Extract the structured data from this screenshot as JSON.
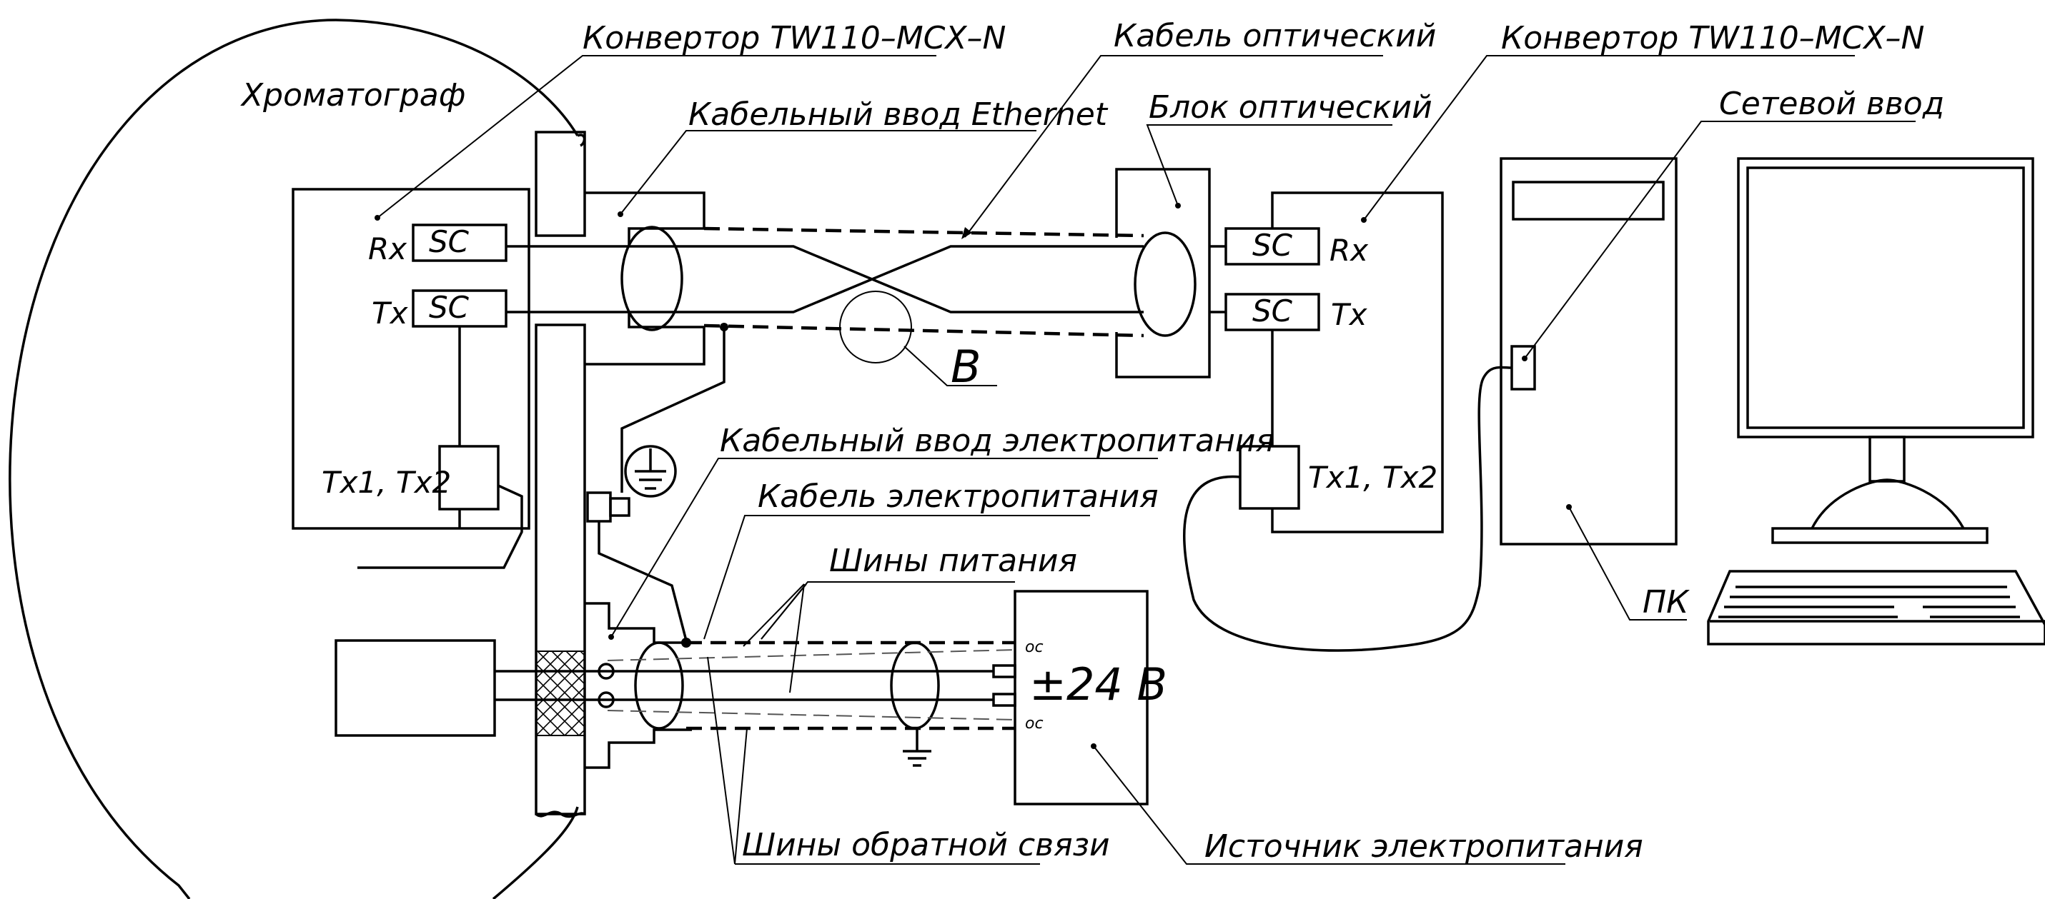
{
  "labels": {
    "chromatograph": "Хроматограф",
    "converter_left": "Конвертор TW110–MCX–N",
    "converter_right": "Конвертор TW110–MCX–N",
    "optical_cable": "Кабель оптический",
    "ethernet_gland": "Кабельный ввод Ethernet",
    "optical_block": "Блок оптический",
    "network_input": "Сетевой ввод",
    "detail_b": "B",
    "power_gland": "Кабельный ввод электропитания",
    "power_cable": "Кабель электропитания",
    "power_buses": "Шины питания",
    "feedback_buses": "Шины обратной связи",
    "power_source": "Источник электропитания",
    "pc": "ПК",
    "voltage": "±24 В",
    "oc_top": "ос",
    "oc_bottom": "ос"
  },
  "ports": {
    "left_rx": "Rx",
    "left_tx": "Tx",
    "left_sc1": "SC",
    "left_sc2": "SC",
    "left_txx": "Tx1, Tx2",
    "right_rx": "Rx",
    "right_tx": "Tx",
    "right_sc1": "SC",
    "right_sc2": "SC",
    "right_txx": "Tx1, Tx2"
  },
  "colors": {
    "line": "#000000",
    "background": "#ffffff"
  }
}
